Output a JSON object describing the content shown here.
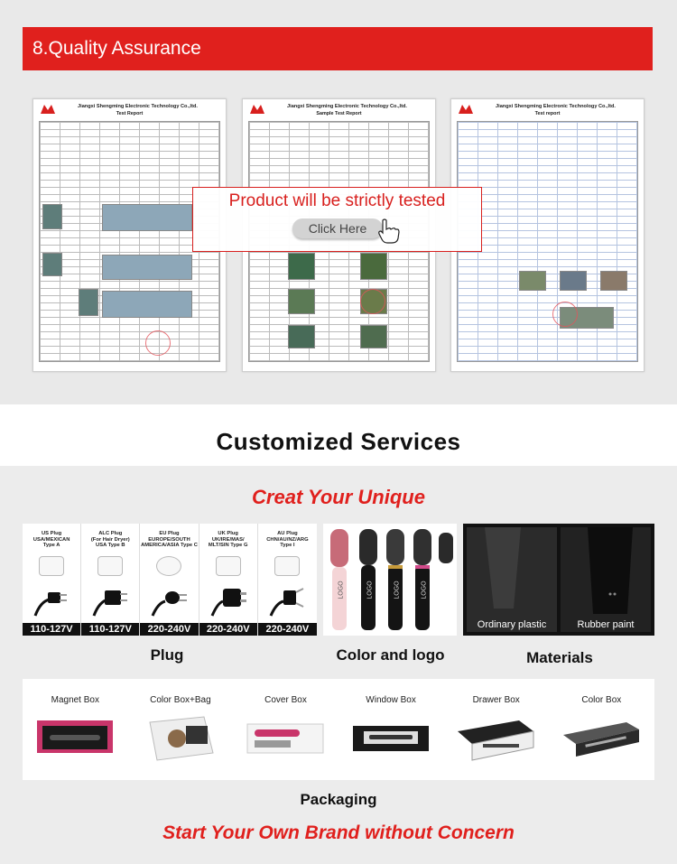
{
  "quality": {
    "section_title": "8.Quality Assurance",
    "report1": {
      "company": "Jiangxi Shengming Electronic Technology Co.,ltd.",
      "title": "Test Report"
    },
    "report2": {
      "company": "Jiangxi Shengming Electronic Technology Co.,ltd.",
      "title": "Sample Test Report"
    },
    "report3": {
      "company": "Jiangxi Shengming Electronic Technology Co.,ltd.",
      "title": "Test report"
    },
    "popup": {
      "message": "Product will be strictly tested",
      "button_label": "Click Here"
    }
  },
  "services": {
    "title": "Customized Services",
    "subtitle": "Creat Your Unique",
    "plugs": [
      {
        "name_line1": "US Plug",
        "name_line2": "USA/MEXICAN",
        "name_line3": "Type A",
        "voltage": "110-127V"
      },
      {
        "name_line1": "ALC Plug",
        "name_line2": "(For Hair Dryer)",
        "name_line3": "USA Type B",
        "voltage": "110-127V"
      },
      {
        "name_line1": "EU Plug",
        "name_line2": "EUROPE/SOUTH",
        "name_line3": "AMERICA/ASIA Type C",
        "voltage": "220-240V"
      },
      {
        "name_line1": "UK Plug",
        "name_line2": "UK/IRE/MAS/",
        "name_line3": "MLT/SIN Type G",
        "voltage": "220-240V"
      },
      {
        "name_line1": "AU Plug",
        "name_line2": "CHN/AU/NZ/ARG",
        "name_line3": "Type I",
        "voltage": "220-240V"
      }
    ],
    "plug_caption": "Plug",
    "color_caption": "Color and logo",
    "logo_text": "LOGO",
    "materials": {
      "left": "Ordinary plastic",
      "right": "Rubber paint",
      "caption": "Materials"
    },
    "packaging": {
      "items": [
        "Magnet Box",
        "Color Box+Bag",
        "Cover Box",
        "Window Box",
        "Drawer Box",
        "Color Box"
      ],
      "caption": "Packaging"
    },
    "tagline": "Start Your Own Brand without Concern"
  }
}
